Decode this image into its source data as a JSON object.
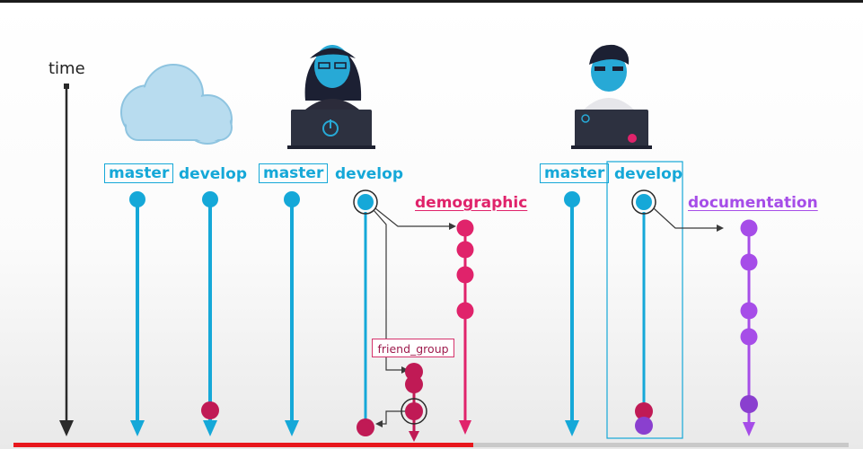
{
  "labels": {
    "time": "time",
    "cloud_master": "master",
    "cloud_develop": "develop",
    "dev1_master": "master",
    "dev1_develop": "develop",
    "demographic": "demographic",
    "friend_group": "friend_group",
    "dev2_master": "master",
    "dev2_develop": "develop",
    "documentation": "documentation"
  },
  "colors": {
    "blue": "#15a8d8",
    "magenta": "#e0236b",
    "purple": "#a64de8",
    "dark_magenta": "#c01a55",
    "axis": "#2a2a2a"
  },
  "video_progress": 0.55
}
